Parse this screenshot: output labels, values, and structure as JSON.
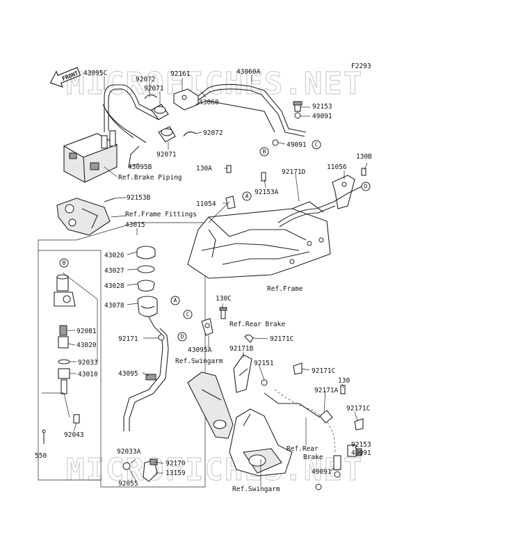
{
  "diagram_code": "F2293",
  "watermark": "MICROFICHES.NET",
  "front_label": "FRONT",
  "part_labels": [
    {
      "id": "43095C",
      "text": "43095C"
    },
    {
      "id": "92072a",
      "text": "92072"
    },
    {
      "id": "92161",
      "text": "92161"
    },
    {
      "id": "43060A",
      "text": "43060A"
    },
    {
      "id": "92071a",
      "text": "92071"
    },
    {
      "id": "43060",
      "text": "43060"
    },
    {
      "id": "92153a",
      "text": "92153"
    },
    {
      "id": "49091a",
      "text": "49091"
    },
    {
      "id": "92072b",
      "text": "92072"
    },
    {
      "id": "92071b",
      "text": "92071"
    },
    {
      "id": "49091b",
      "text": "49091"
    },
    {
      "id": "43095B",
      "text": "43095B"
    },
    {
      "id": "130B",
      "text": "130B"
    },
    {
      "id": "11056",
      "text": "11056"
    },
    {
      "id": "130A",
      "text": "130A"
    },
    {
      "id": "92171D",
      "text": "92171D"
    },
    {
      "id": "11054",
      "text": "11054"
    },
    {
      "id": "92153A",
      "text": "92153A"
    },
    {
      "id": "92153B",
      "text": "92153B"
    },
    {
      "id": "43015",
      "text": "43015"
    },
    {
      "id": "43026",
      "text": "43026"
    },
    {
      "id": "43027",
      "text": "43027"
    },
    {
      "id": "43028",
      "text": "43028"
    },
    {
      "id": "43078",
      "text": "43078"
    },
    {
      "id": "92081",
      "text": "92081"
    },
    {
      "id": "43020",
      "text": "43020"
    },
    {
      "id": "130C",
      "text": "130C"
    },
    {
      "id": "92171a",
      "text": "92171"
    },
    {
      "id": "92171C_a",
      "text": "92171C"
    },
    {
      "id": "43095A",
      "text": "43095A"
    },
    {
      "id": "92171B",
      "text": "92171B"
    },
    {
      "id": "92033",
      "text": "92033"
    },
    {
      "id": "43010",
      "text": "43010"
    },
    {
      "id": "43095",
      "text": "43095"
    },
    {
      "id": "92151",
      "text": "92151"
    },
    {
      "id": "92171C_b",
      "text": "92171C"
    },
    {
      "id": "130",
      "text": "130"
    },
    {
      "id": "92171A",
      "text": "92171A"
    },
    {
      "id": "92171C_c",
      "text": "92171C"
    },
    {
      "id": "92043",
      "text": "92043"
    },
    {
      "id": "92153b",
      "text": "92153"
    },
    {
      "id": "49091c",
      "text": "49091"
    },
    {
      "id": "550",
      "text": "550"
    },
    {
      "id": "92033A",
      "text": "92033A"
    },
    {
      "id": "92170",
      "text": "92170"
    },
    {
      "id": "13159",
      "text": "13159"
    },
    {
      "id": "92055",
      "text": "92055"
    },
    {
      "id": "49091d",
      "text": "49091"
    }
  ],
  "reference_labels": [
    {
      "id": "brake-piping",
      "text": "Ref.Brake Piping"
    },
    {
      "id": "frame-fittings",
      "text": "Ref.Frame Fittings"
    },
    {
      "id": "frame",
      "text": "Ref.Frame"
    },
    {
      "id": "rear-brake-1",
      "text": "Ref.Rear Brake"
    },
    {
      "id": "swingarm-1",
      "text": "Ref.Swingarm"
    },
    {
      "id": "rear-line1",
      "text": "Ref.Rear"
    },
    {
      "id": "rear-line2",
      "text": "Brake"
    },
    {
      "id": "swingarm-2",
      "text": "Ref.Swingarm"
    }
  ],
  "callouts": [
    "A",
    "B",
    "C",
    "D"
  ]
}
